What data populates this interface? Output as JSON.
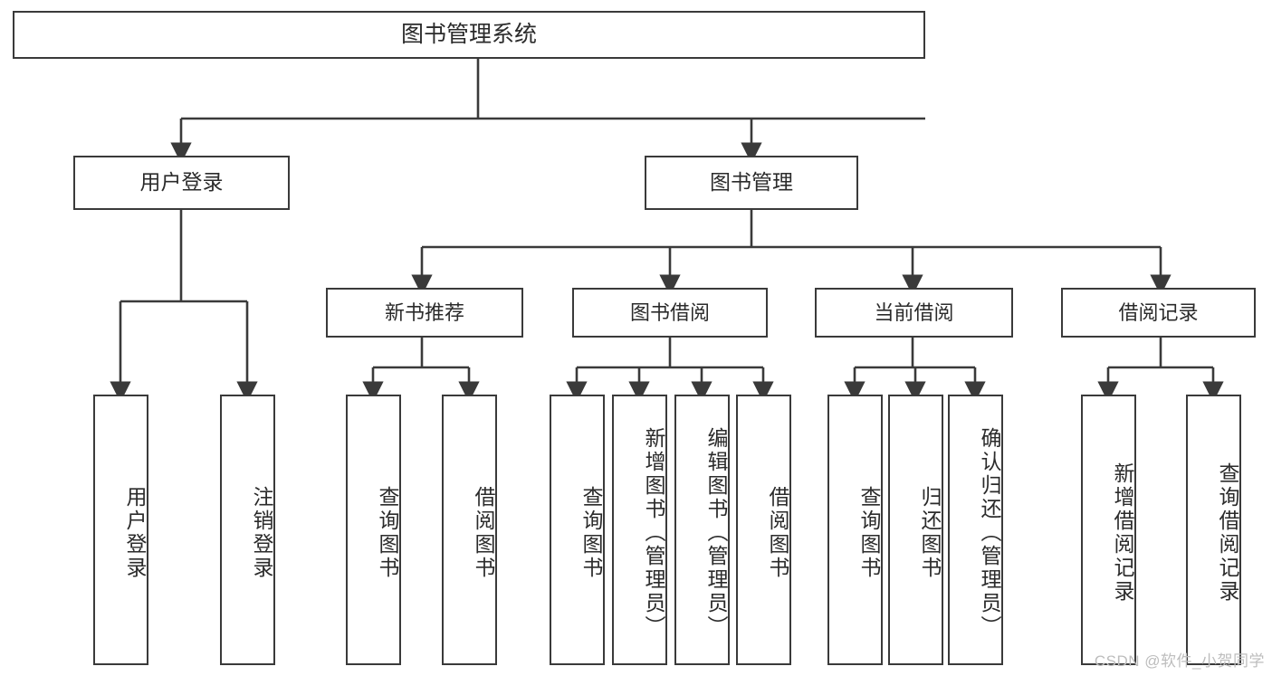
{
  "diagram": {
    "title": "图书管理系统",
    "type": "tree-hierarchy-diagram",
    "colors": {
      "box_border": "#3a3a3a",
      "box_fill": "#ffffff",
      "connector": "#3a3a3a",
      "text": "#2b2b2b",
      "watermark": "#bdbdbd"
    },
    "root": {
      "label": "图书管理系统"
    },
    "level1": [
      {
        "label": "用户登录"
      },
      {
        "label": "图书管理"
      }
    ],
    "level2": [
      {
        "label": "新书推荐"
      },
      {
        "label": "图书借阅"
      },
      {
        "label": "当前借阅"
      },
      {
        "label": "借阅记录"
      }
    ],
    "leaves": {
      "user_login": [
        {
          "label": "用户登录"
        },
        {
          "label": "注销登录"
        }
      ],
      "new_book_recommend": [
        {
          "label": "查询图书"
        },
        {
          "label": "借阅图书"
        }
      ],
      "book_borrow": [
        {
          "label": "查询图书"
        },
        {
          "label": "新增图书（管理员）"
        },
        {
          "label": "编辑图书（管理员）"
        },
        {
          "label": "借阅图书"
        }
      ],
      "current_borrow": [
        {
          "label": "查询图书"
        },
        {
          "label": "归还图书"
        },
        {
          "label": "确认归还（管理员）"
        }
      ],
      "borrow_record": [
        {
          "label": "新增借阅记录"
        },
        {
          "label": "查询借阅记录"
        }
      ]
    }
  },
  "watermark": {
    "text": "CSDN @软件_小贺同学"
  }
}
